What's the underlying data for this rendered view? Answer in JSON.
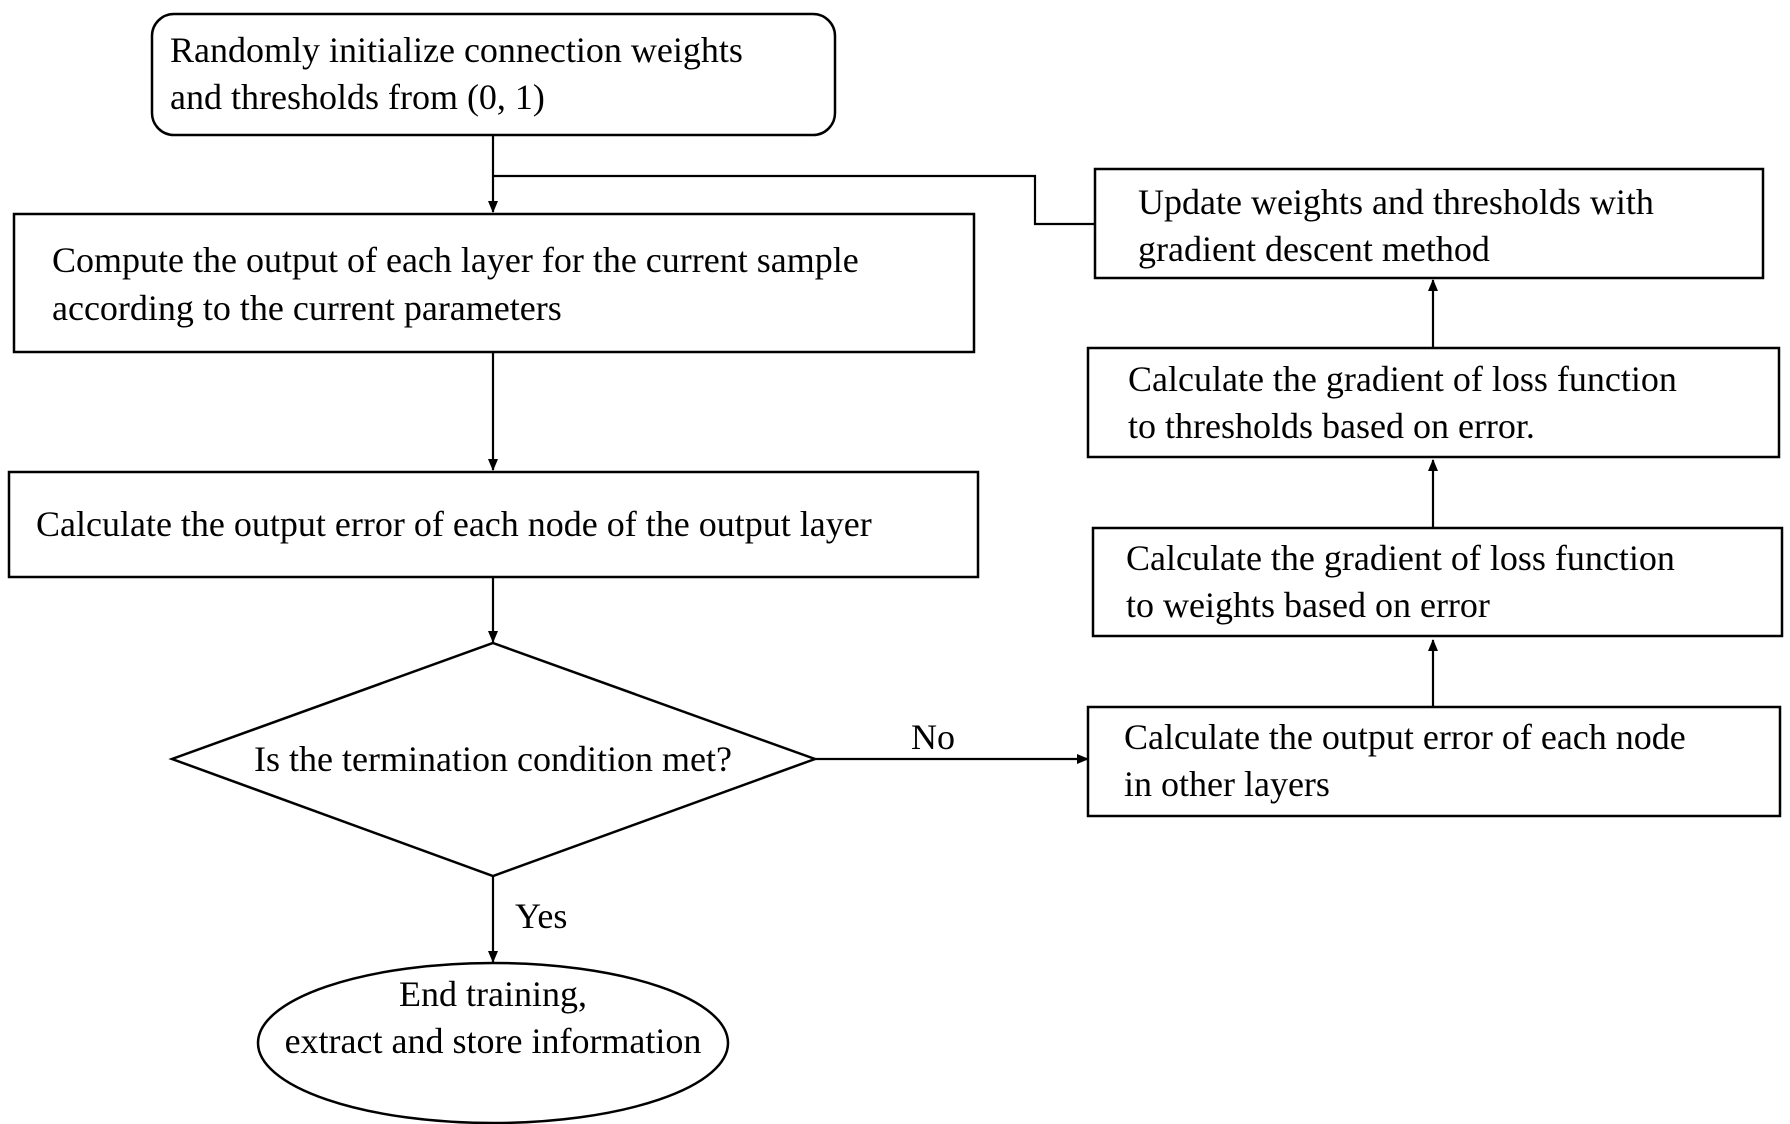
{
  "nodes": {
    "init": {
      "line1": "Randomly initialize connection weights",
      "line2": "and thresholds from (0, 1)"
    },
    "compute": {
      "line1": "Compute the output of each layer for the current sample",
      "line2": "according to the current parameters"
    },
    "output_error": {
      "line1": "Calculate the output error of each node of the output layer"
    },
    "decision": {
      "line1": "Is the termination condition met?"
    },
    "end": {
      "line1": "End training,",
      "line2": "extract and store information"
    },
    "other_error": {
      "line1": "Calculate the output error of each node",
      "line2": "in other layers"
    },
    "grad_weights": {
      "line1": "Calculate the gradient of loss function",
      "line2": "to weights based on error"
    },
    "grad_thresholds": {
      "line1": "Calculate the gradient of loss function",
      "line2": "to thresholds based on error."
    },
    "update": {
      "line1": "Update weights and thresholds with",
      "line2": "gradient descent method"
    }
  },
  "edge_labels": {
    "no": "No",
    "yes": "Yes"
  }
}
